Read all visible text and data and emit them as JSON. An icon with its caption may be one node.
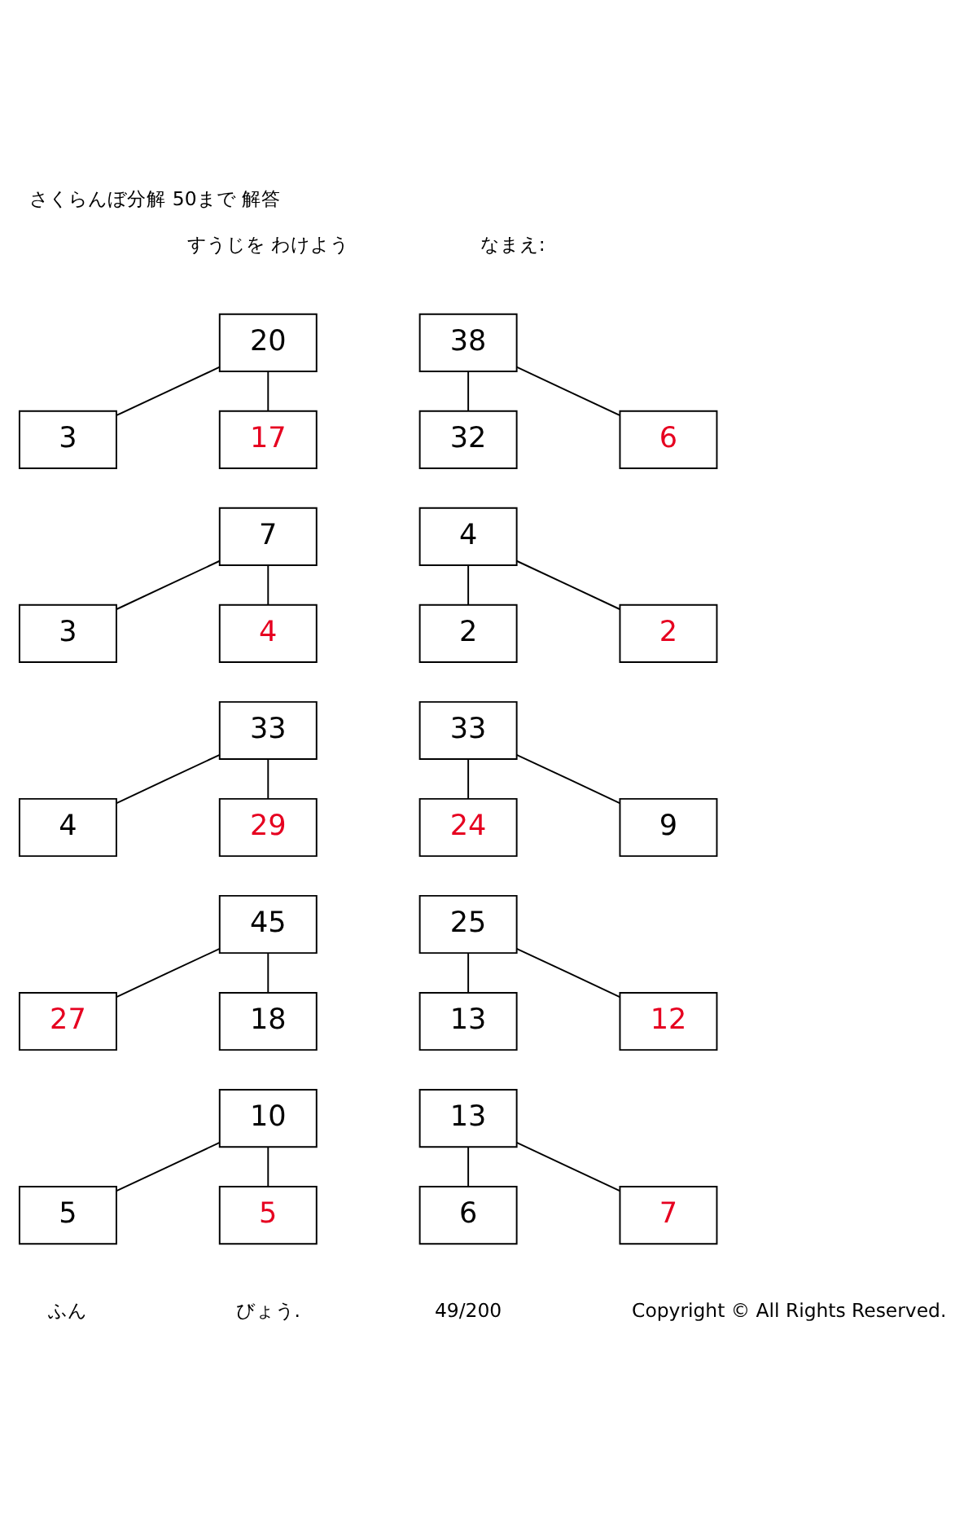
{
  "diagram": {
    "title": "さくらんぼ分解 50まで 解答",
    "nodes": [
      {
        "text": [
          "20"
        ]
      },
      {
        "text": [
          "3"
        ]
      },
      {
        "text": [
          "17"
        ]
      },
      {
        "text": [
          "38"
        ]
      },
      {
        "text": [
          "32"
        ]
      },
      {
        "text": [
          "6"
        ]
      },
      {
        "text": [
          "7"
        ]
      },
      {
        "text": [
          "3"
        ]
      },
      {
        "text": [
          "4"
        ]
      },
      {
        "text": [
          "4"
        ]
      },
      {
        "text": [
          "2"
        ]
      },
      {
        "text": [
          "2"
        ]
      },
      {
        "text": [
          "33"
        ]
      },
      {
        "text": [
          "4"
        ]
      },
      {
        "text": [
          "29"
        ]
      },
      {
        "text": [
          "33"
        ]
      },
      {
        "text": [
          "24"
        ]
      },
      {
        "text": [
          "9"
        ]
      },
      {
        "text": [
          "45"
        ]
      },
      {
        "text": [
          "27"
        ]
      },
      {
        "text": [
          "18"
        ]
      },
      {
        "text": [
          "25"
        ]
      },
      {
        "text": [
          "13"
        ]
      },
      {
        "text": [
          "12"
        ]
      },
      {
        "text": [
          "10"
        ]
      },
      {
        "text": [
          "5"
        ]
      },
      {
        "text": [
          "5"
        ]
      },
      {
        "text": [
          "13"
        ]
      },
      {
        "text": [
          "6"
        ]
      },
      {
        "text": [
          "7"
        ]
      }
    ],
    "edges": [
      {
        "from": 0,
        "to": 1,
        "arrow": "none"
      },
      {
        "from": 0,
        "to": 2,
        "arrow": "none"
      },
      {
        "from": 3,
        "to": 4,
        "arrow": "none"
      },
      {
        "from": 3,
        "to": 5,
        "arrow": "none"
      },
      {
        "from": 6,
        "to": 7,
        "arrow": "none"
      },
      {
        "from": 6,
        "to": 8,
        "arrow": "none"
      },
      {
        "from": 9,
        "to": 10,
        "arrow": "none"
      },
      {
        "from": 9,
        "to": 11,
        "arrow": "none"
      },
      {
        "from": 12,
        "to": 13,
        "arrow": "none"
      },
      {
        "from": 12,
        "to": 14,
        "arrow": "none"
      },
      {
        "from": 15,
        "to": 16,
        "arrow": "none"
      },
      {
        "from": 15,
        "to": 17,
        "arrow": "none"
      },
      {
        "from": 18,
        "to": 19,
        "arrow": "none"
      },
      {
        "from": 18,
        "to": 20,
        "arrow": "none"
      },
      {
        "from": 21,
        "to": 22,
        "arrow": "none"
      },
      {
        "from": 21,
        "to": 23,
        "arrow": "none"
      },
      {
        "from": 24,
        "to": 25,
        "arrow": "none"
      },
      {
        "from": 24,
        "to": 26,
        "arrow": "none"
      },
      {
        "from": 27,
        "to": 28,
        "arrow": "none"
      },
      {
        "from": 27,
        "to": 29,
        "arrow": "none"
      }
    ],
    "labels": [
      "すうじを わけよう",
      "なまえ:",
      "ふん",
      "びょう.",
      "49/200",
      "Copyright © All Rights Reserved."
    ]
  }
}
